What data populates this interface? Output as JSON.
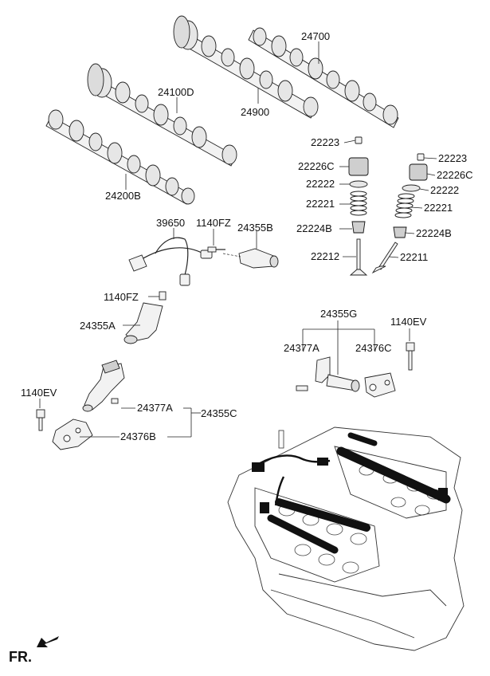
{
  "labels": {
    "p24700": "24700",
    "p24100D": "24100D",
    "p24900": "24900",
    "p24200B": "24200B",
    "p22223a": "22223",
    "p22223b": "22223",
    "p22226Ca": "22226C",
    "p22226Cb": "22226C",
    "p22222a": "22222",
    "p22222b": "22222",
    "p22221a": "22221",
    "p22221b": "22221",
    "p22224Ba": "22224B",
    "p22224Bb": "22224B",
    "p22212": "22212",
    "p22211": "22211",
    "p39650": "39650",
    "p1140FZa": "1140FZ",
    "p24355B": "24355B",
    "p1140FZb": "1140FZ",
    "p24355A": "24355A",
    "p24355G": "24355G",
    "p1140EVa": "1140EV",
    "p24377Aa": "24377A",
    "p24376Ca": "24376C",
    "p1140EVb": "1140EV",
    "p24377Ab": "24377A",
    "p24355C": "24355C",
    "p24376Bb": "24376B"
  },
  "direction": {
    "label": "FR."
  }
}
